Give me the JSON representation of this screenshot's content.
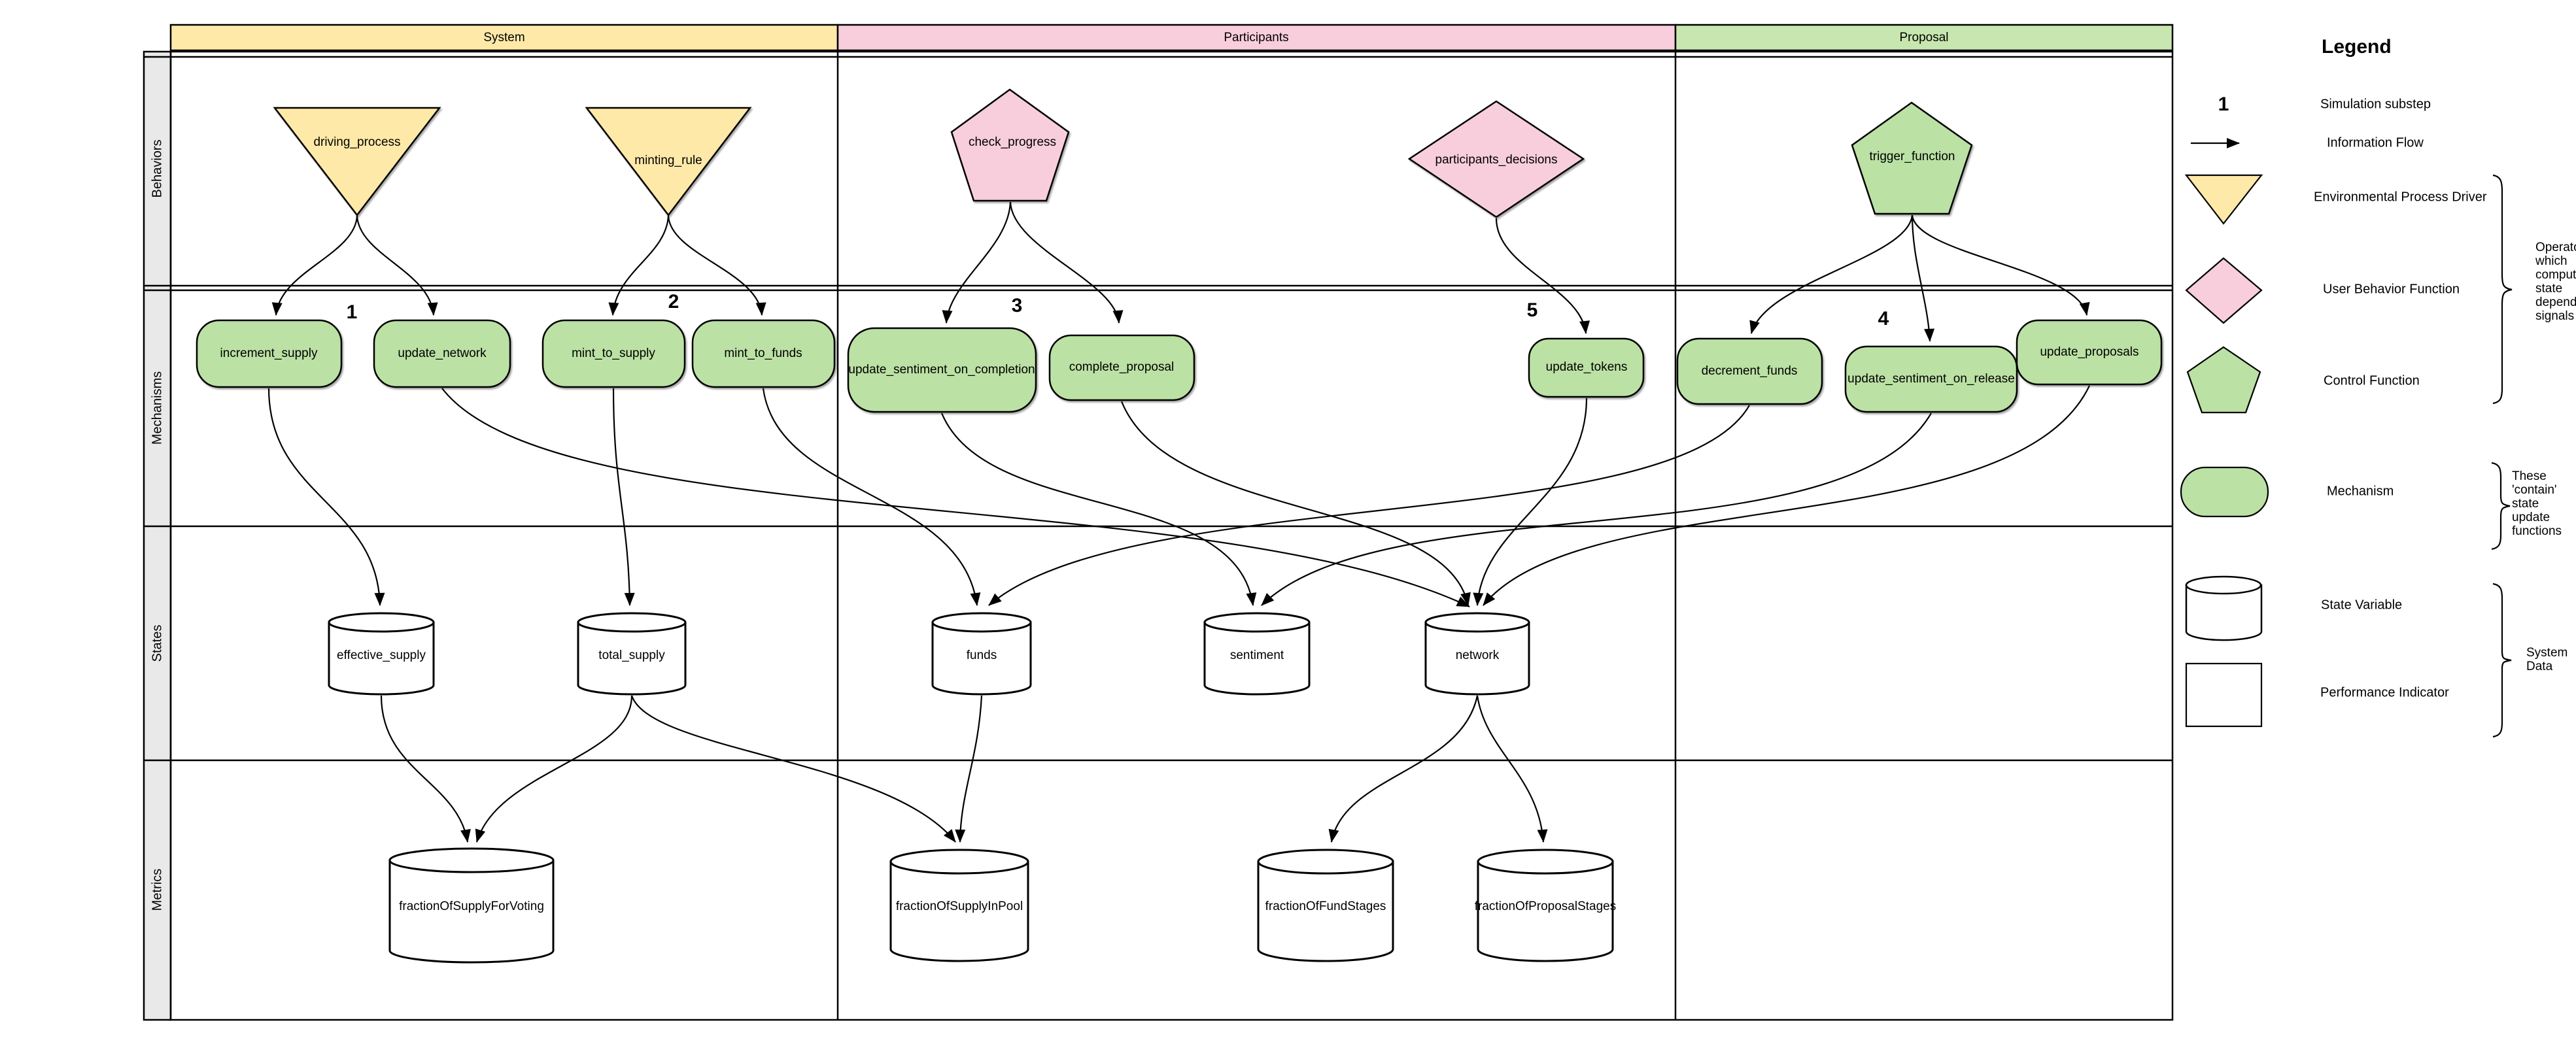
{
  "colors": {
    "lane-yellow": "#FFE9A8",
    "lane-pink": "#F8CEDC",
    "lane-green": "#C8E6AF",
    "shape-green": "#BBE1A4",
    "strip-gray": "#E9E9E9",
    "stroke": "#000000"
  },
  "lanes": [
    {
      "label": "System"
    },
    {
      "label": "Participants"
    },
    {
      "label": "Proposal"
    }
  ],
  "rows": [
    {
      "label": "Behaviors"
    },
    {
      "label": "Mechanisms"
    },
    {
      "label": "States"
    },
    {
      "label": "Metrics"
    }
  ],
  "behaviors": [
    {
      "label": "driving_process"
    },
    {
      "label": "minting_rule"
    },
    {
      "label": "check_progress"
    },
    {
      "label": "participants_decisions"
    },
    {
      "label": "trigger_function"
    }
  ],
  "mechanisms": [
    {
      "label": "increment_supply"
    },
    {
      "label": "update_network"
    },
    {
      "label": "mint_to_supply"
    },
    {
      "label": "mint_to_funds"
    },
    {
      "label": "update_sentiment_on_completion"
    },
    {
      "label": "complete_proposal"
    },
    {
      "label": "update_tokens"
    },
    {
      "label": "decrement_funds"
    },
    {
      "label": "update_sentiment_on_release"
    },
    {
      "label": "update_proposals"
    }
  ],
  "states": [
    {
      "label": "effective_supply"
    },
    {
      "label": "total_supply"
    },
    {
      "label": "funds"
    },
    {
      "label": "sentiment"
    },
    {
      "label": "network"
    }
  ],
  "metrics": [
    {
      "label": "fractionOfSupplyForVoting"
    },
    {
      "label": "fractionOfSupplyInPool"
    },
    {
      "label": "fractionOfFundStages"
    },
    {
      "label": "fractionOfProposalStages"
    }
  ],
  "substeps": [
    {
      "value": "1"
    },
    {
      "value": "2"
    },
    {
      "value": "3"
    },
    {
      "value": "5"
    },
    {
      "value": "4"
    }
  ],
  "legend": {
    "title": "Legend",
    "substep_symbol": "1",
    "items": [
      {
        "label": "Simulation substep"
      },
      {
        "label": "Information Flow"
      },
      {
        "label": "Environmental Process Driver"
      },
      {
        "label": "User Behavior Function"
      },
      {
        "label": "Control Function"
      },
      {
        "label": "Mechanism"
      },
      {
        "label": "State Variable"
      },
      {
        "label": "Performance Indicator"
      }
    ],
    "annotations": {
      "operators": "Operators which computes state dependent signals",
      "mechanisms": "These 'contain' state update functions",
      "system_data": "System Data"
    }
  }
}
